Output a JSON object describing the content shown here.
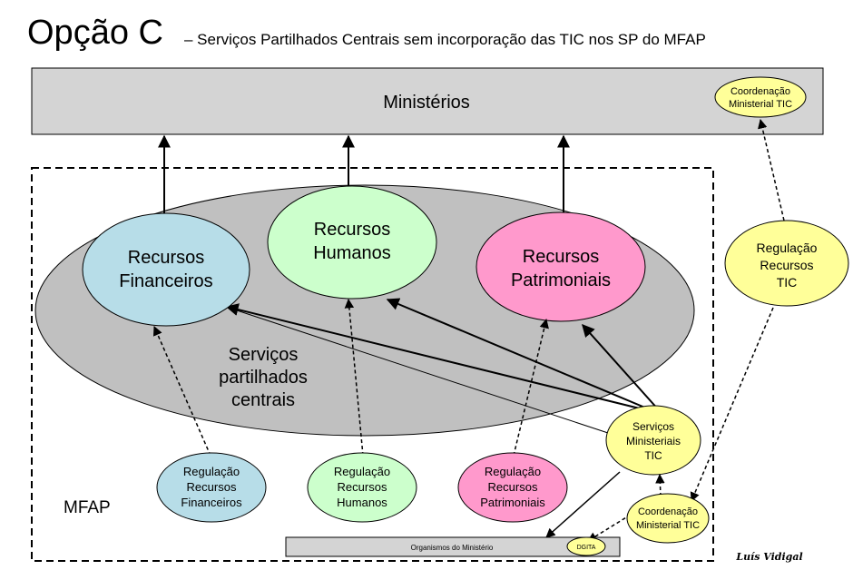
{
  "title": {
    "main": "Opção C",
    "subtitle": "– Serviços Partilhados Centrais sem incorporação das TIC nos SP do MFAP"
  },
  "ministerios": {
    "label": "Ministérios",
    "coordenacao": [
      "Coordenação",
      "Ministerial TIC"
    ]
  },
  "mfap_label": "MFAP",
  "servicos_partilhados": [
    "Serviços",
    "partilhados",
    "centrais"
  ],
  "recursos": {
    "financeiros": [
      "Recursos",
      "Financeiros"
    ],
    "humanos": [
      "Recursos",
      "Humanos"
    ],
    "patrimoniais": [
      "Recursos",
      "Patrimoniais"
    ]
  },
  "regulacao": {
    "financeiros": [
      "Regulação",
      "Recursos",
      "Financeiros"
    ],
    "humanos": [
      "Regulação",
      "Recursos",
      "Humanos"
    ],
    "patrimoniais": [
      "Regulação",
      "Recursos",
      "Patrimoniais"
    ],
    "tic": [
      "Regulação",
      "Recursos",
      "TIC"
    ]
  },
  "servicos_ministeriais_tic": [
    "Serviços",
    "Ministeriais",
    "TIC"
  ],
  "coordenacao_ministerial_tic": [
    "Coordenação",
    "Ministerial TIC"
  ],
  "organismos": "Organismos do Ministério",
  "dgita": "DGITA",
  "signature": "Luís Vidigal",
  "colors": {
    "grey_box": "#d4d4d4",
    "grey_ellipse": "#c0c0c0",
    "financeiros": "#b7dde8",
    "humanos": "#ccffcc",
    "patrimoniais": "#ff99cc",
    "yellow": "#ffff99"
  }
}
